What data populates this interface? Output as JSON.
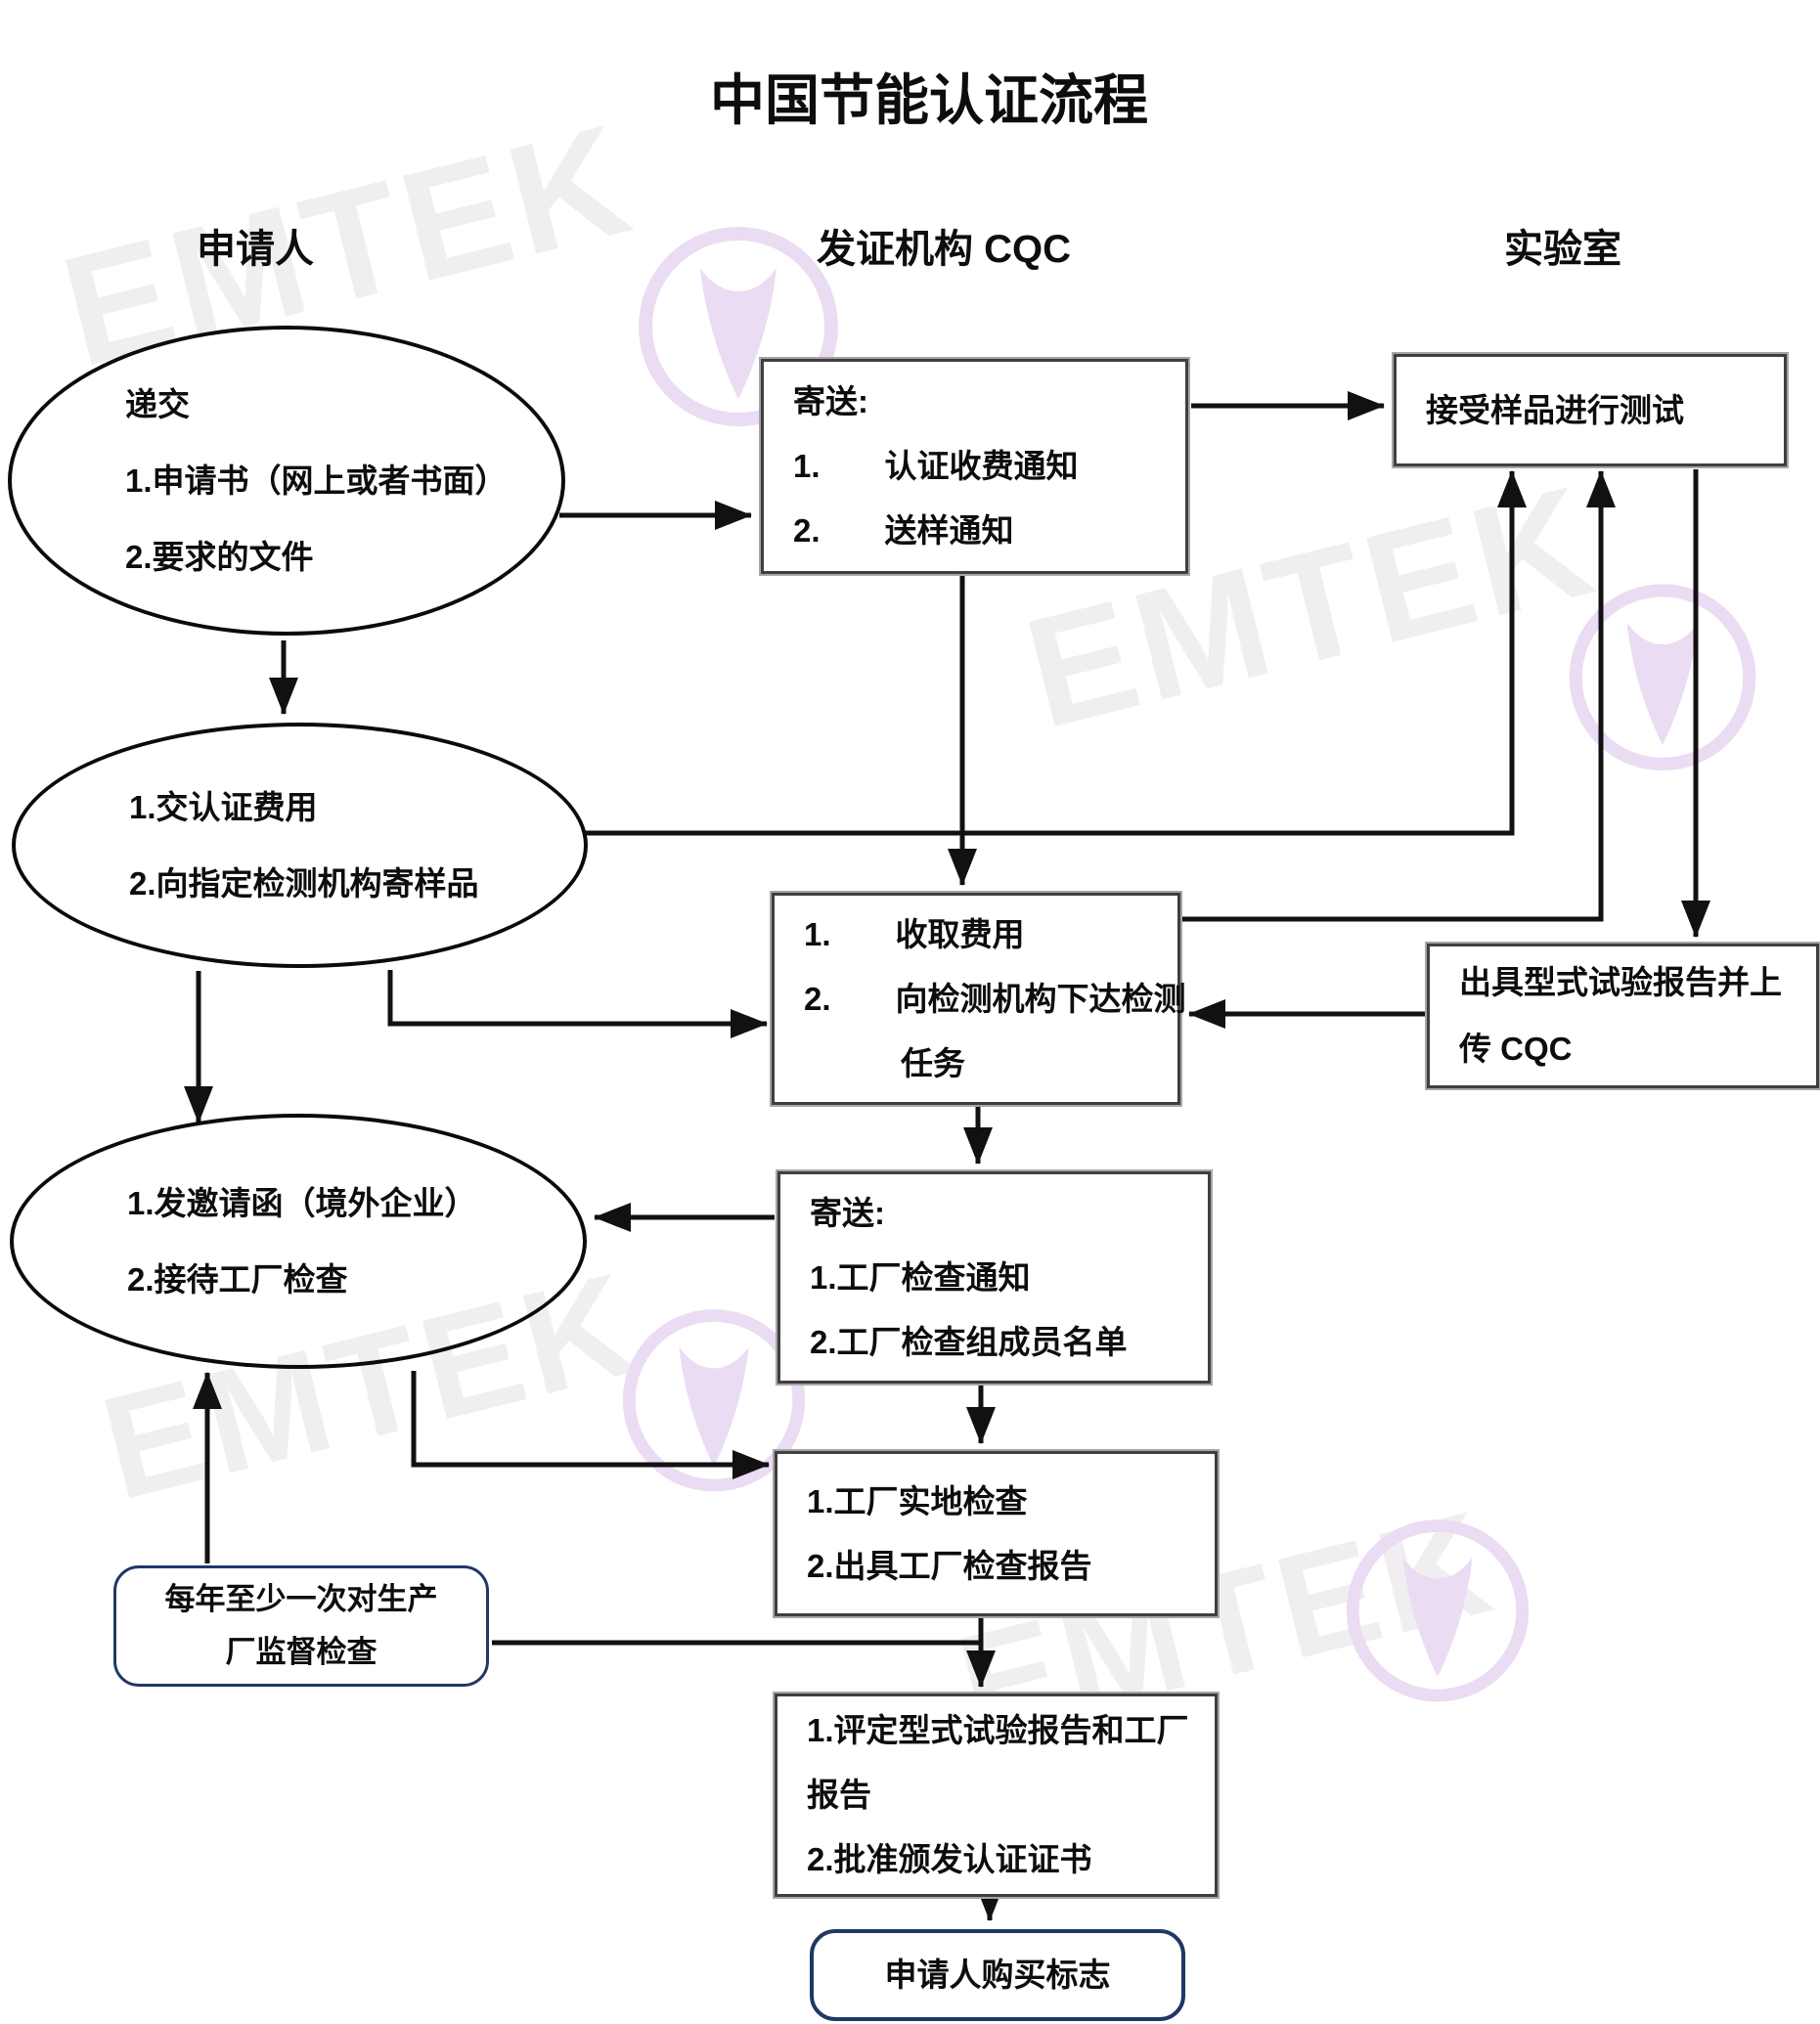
{
  "title": "中国节能认证流程",
  "watermark_text": "EMTEK",
  "columns": {
    "applicant": "申请人",
    "cqc": "发证机构 CQC",
    "lab": "实验室"
  },
  "nodes": {
    "submit": {
      "lines": [
        "递交",
        "1.申请书（网上或者书面）",
        "2.要求的文件"
      ]
    },
    "notice_fee_sample": {
      "lines": [
        "寄送:",
        "1.　　认证收费通知",
        "2.　　送样通知"
      ]
    },
    "lab_test": {
      "lines": [
        "接受样品进行测试"
      ]
    },
    "pay_send_sample": {
      "lines": [
        "1.交认证费用",
        "2.向指定检测机构寄样品"
      ]
    },
    "collect_fee_assign": {
      "lines": [
        "1.　　收取费用",
        "2.　　向检测机构下达检测",
        "　　　任务"
      ]
    },
    "issue_report": {
      "lines": [
        "出具型式试验报告并上",
        "传 CQC"
      ]
    },
    "invitation_reception": {
      "lines": [
        "1.发邀请函（境外企业）",
        "2.接待工厂检查"
      ]
    },
    "notice_factory_inspection": {
      "lines": [
        "寄送:",
        "1.工厂检查通知",
        "2.工厂检查组成员名单"
      ]
    },
    "factory_inspection": {
      "lines": [
        "1.工厂实地检查",
        "2.出具工厂检查报告"
      ]
    },
    "annual_supervision": {
      "lines": [
        "每年至少一次对生产",
        "厂监督检查"
      ]
    },
    "evaluate_approve": {
      "lines": [
        "1.评定型式试验报告和工厂",
        "报告",
        "2.批准颁发认证证书"
      ]
    },
    "buy_mark": {
      "lines": [
        "申请人购买标志"
      ]
    }
  },
  "colors": {
    "ink": "#0d0d0d",
    "box_border": "#3f3f3f",
    "box_border_outer": "#a6a6a6",
    "navy_border": "#1f3864",
    "watermark_text": "#f1eef2",
    "watermark_logo": "#eadcf2"
  }
}
